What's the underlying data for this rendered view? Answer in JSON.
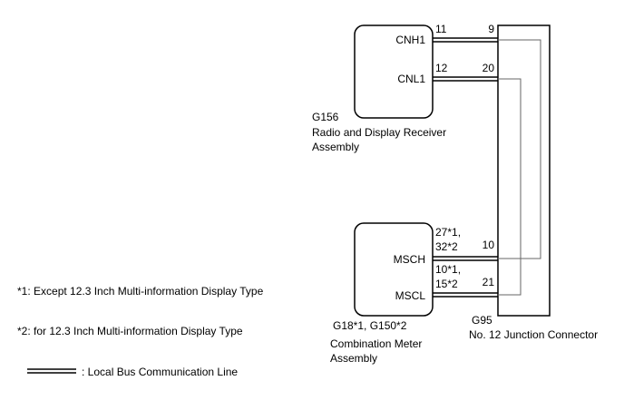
{
  "receiver": {
    "code": "G156",
    "name_line1": "Radio and Display Receiver",
    "name_line2": "Assembly",
    "pins": [
      {
        "signal": "CNH1",
        "pin": "11",
        "junction_pin": "9"
      },
      {
        "signal": "CNL1",
        "pin": "12",
        "junction_pin": "20"
      }
    ]
  },
  "meter": {
    "code": "G18*1, G150*2",
    "name_line1": "Combination Meter",
    "name_line2": "Assembly",
    "pins": [
      {
        "signal": "MSCH",
        "pin_line1": "27*1,",
        "pin_line2": "32*2",
        "junction_pin": "10"
      },
      {
        "signal": "MSCL",
        "pin_line1": "10*1,",
        "pin_line2": "15*2",
        "junction_pin": "21"
      }
    ]
  },
  "junction": {
    "code": "G95",
    "name": "No. 12 Junction Connector"
  },
  "notes": [
    "*1: Except 12.3 Inch Multi-information Display Type",
    "*2: for 12.3 Inch Multi-information Display Type"
  ],
  "legend": {
    "label": ": Local Bus Communication Line"
  }
}
